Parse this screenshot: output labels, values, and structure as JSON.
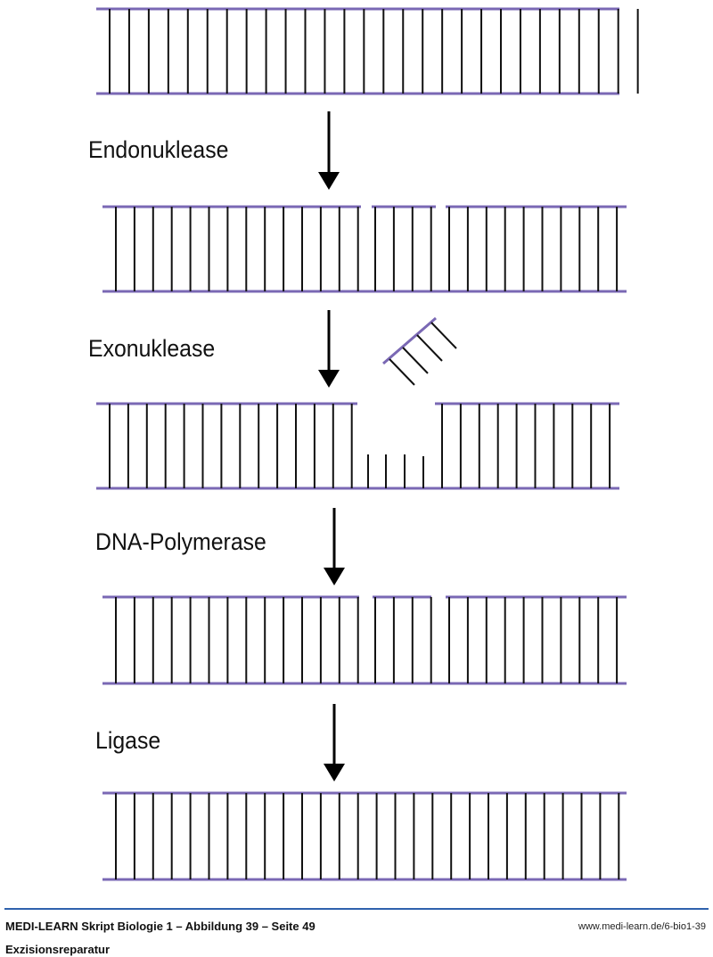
{
  "steps": [
    {
      "label": "Endonuklease"
    },
    {
      "label": "Exonuklease"
    },
    {
      "label": "DNA-Polymerase"
    },
    {
      "label": "Ligase"
    }
  ],
  "footer": {
    "title": "MEDI-LEARN Skript Biologie 1 – Abbildung 39 – Seite 49",
    "subtitle": "Exzisionsreparatur",
    "url": "www.medi-learn.de/6-bio1-39"
  },
  "colors": {
    "backbone": "#7a68b4",
    "rung": "#111111",
    "footer_rule": "#2f62ad"
  }
}
